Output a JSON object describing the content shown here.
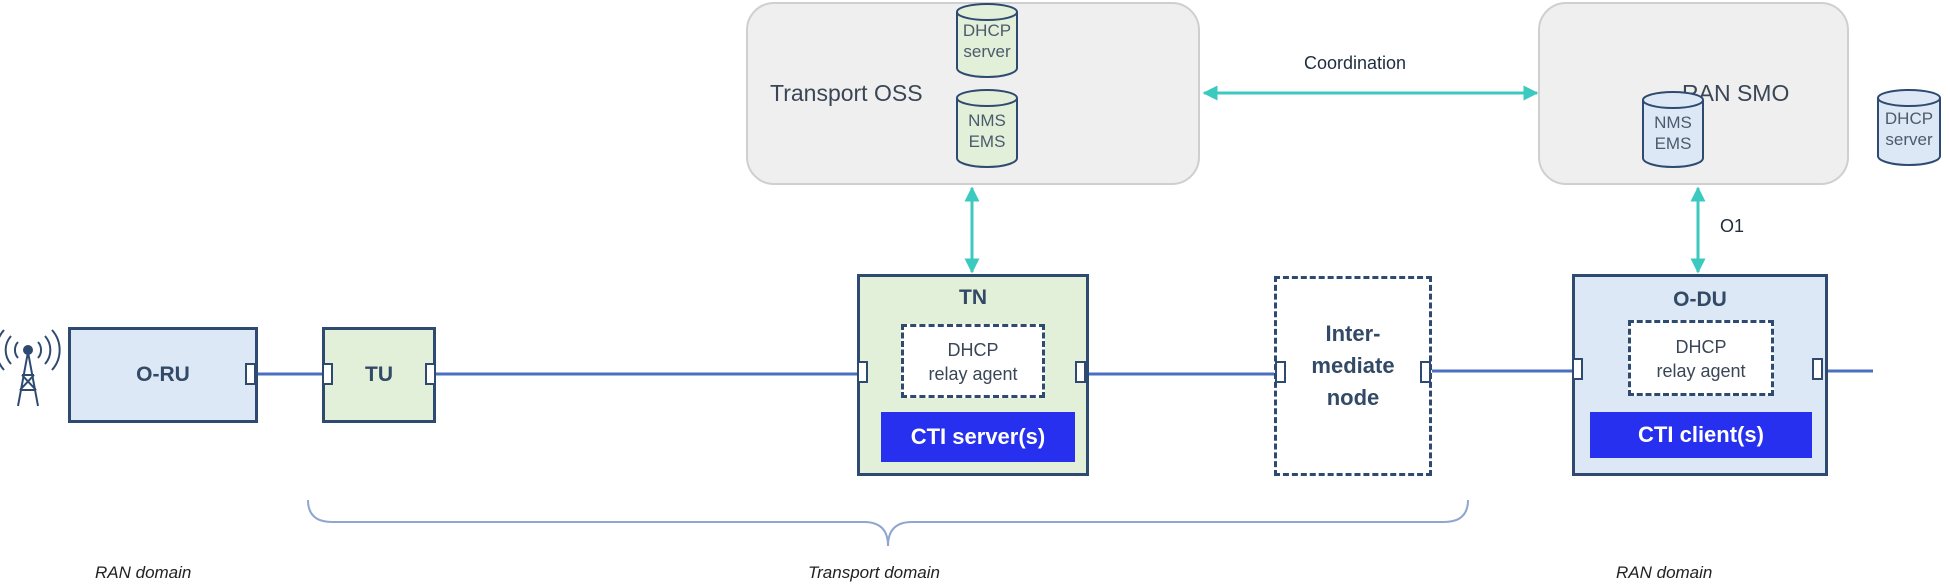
{
  "transport_oss": {
    "label": "Transport OSS",
    "dhcp_line1": "DHCP",
    "dhcp_line2": "server",
    "nms_line1": "NMS",
    "nms_line2": "EMS"
  },
  "ran_smo": {
    "label": "RAN SMO",
    "nms_line1": "NMS",
    "nms_line2": "EMS"
  },
  "external_dhcp": {
    "line1": "DHCP",
    "line2": "server"
  },
  "links": {
    "coordination": "Coordination",
    "o1": "O1"
  },
  "nodes": {
    "oru": "O-RU",
    "tu": "TU",
    "tn": {
      "title": "TN",
      "relay_line1": "DHCP",
      "relay_line2": "relay agent",
      "cti": "CTI server(s)"
    },
    "intermediate": {
      "line1": "Inter-",
      "line2": "mediate",
      "line3": "node"
    },
    "odu": {
      "title": "O-DU",
      "relay_line1": "DHCP",
      "relay_line2": "relay agent",
      "cti": "CTI client(s)"
    }
  },
  "domains": {
    "left": "RAN domain",
    "middle": "Transport domain",
    "right": "RAN domain"
  },
  "colors": {
    "teal_arrow": "#3cc9c0",
    "link_line": "#4a6fc0",
    "box_border": "#2e4a70",
    "ran_fill": "#dce8f5",
    "transport_fill": "#e2efd9",
    "cti_fill": "#2730ee"
  }
}
